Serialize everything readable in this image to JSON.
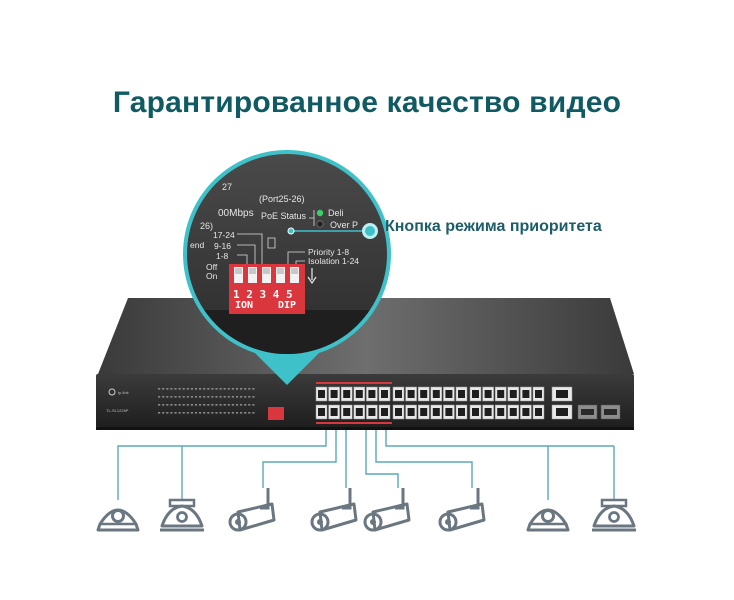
{
  "title": "Гарантированное качество видео",
  "callout": "Кнопка режима приоритета",
  "panel": {
    "speed_partial": "00Mbps",
    "ports_note": "(Port25-26)",
    "poe_status": "PoE Status",
    "status_1": "Deli",
    "status_2": "Over P",
    "stray": "27",
    "stray2": "26)",
    "group_17_24": "17-24",
    "group_9_16": "9-16",
    "group_1_8": "1-8",
    "end_partial": "end",
    "off": "Off",
    "on": "On",
    "priority": "Priority  1-8",
    "isolation": "Isolation  1-24",
    "dip_numbers": "1 2 3 4 5",
    "dip_on": "ION",
    "dip_label": "DIP"
  },
  "device": {
    "brand": "tp-link",
    "model": "TL-SL1226P"
  },
  "colors": {
    "title": "#0f5a63",
    "accent": "#3fc1c9",
    "switch_body": "#2b2b2b",
    "dip_red": "#d9363e",
    "camera": "#6b7780"
  },
  "icons": [
    "dome-camera-icon",
    "dome-camera-icon",
    "bullet-camera-icon",
    "bullet-camera-icon",
    "bullet-camera-icon",
    "bullet-camera-icon",
    "dome-camera-icon",
    "dome-camera-icon"
  ]
}
